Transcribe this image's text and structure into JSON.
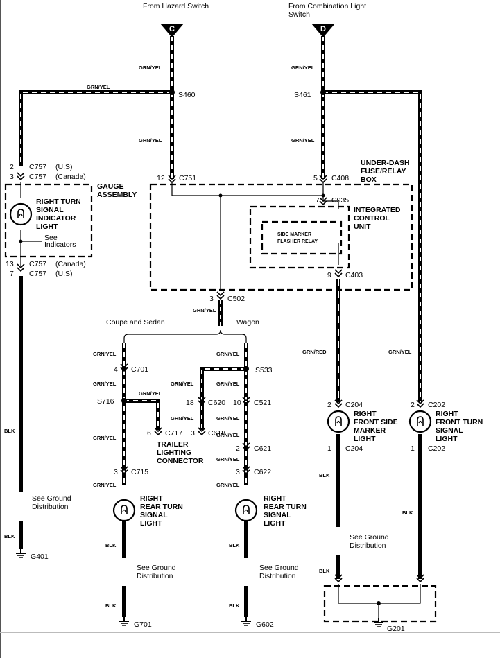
{
  "sources": {
    "hazard": "From Hazard Switch",
    "combo_line1": "From Combination Light",
    "combo_line2": "Switch",
    "c_letter": "C",
    "d_letter": "D"
  },
  "wires": {
    "grn_yel": "GRN/YEL",
    "grn_red": "GRN/RED",
    "blk": "BLK"
  },
  "splices": {
    "s460": "S460",
    "s461": "S461",
    "s716": "S716",
    "s533": "S533"
  },
  "connectors": {
    "c757_us": "C757",
    "c757_us_note": "(U.S)",
    "c757_can": "C757",
    "c757_can_note": "(Canada)",
    "c751": "C751",
    "c408": "C408",
    "c935": "C935",
    "c403": "C403",
    "c502": "C502",
    "c701": "C701",
    "c620": "C620",
    "c521": "C521",
    "c717": "C717",
    "c618": "C618",
    "c621": "C621",
    "c715": "C715",
    "c622": "C622",
    "c204": "C204",
    "c202": "C202"
  },
  "pins": {
    "p2": "2",
    "p3": "3",
    "p13": "13",
    "p7": "7",
    "p12": "12",
    "p5": "5",
    "p9": "9",
    "p4": "4",
    "p18": "18",
    "p10": "10",
    "p6": "6",
    "p1": "1"
  },
  "labels": {
    "gauge_1": "GAUGE",
    "gauge_2": "ASSEMBLY",
    "rt_ind_1": "RIGHT TURN",
    "rt_ind_2": "SIGNAL",
    "rt_ind_3": "INDICATOR",
    "rt_ind_4": "LIGHT",
    "see_1": "See",
    "see_2": "Indicators",
    "fuse_1": "UNDER-DASH",
    "fuse_2": "FUSE/RELAY",
    "fuse_3": "BOX",
    "icu_1": "INTEGRATED",
    "icu_2": "CONTROL",
    "icu_3": "UNIT",
    "relay_1": "SIDE MARKER",
    "relay_2": "FLASHER RELAY",
    "coupe": "Coupe and Sedan",
    "wagon": "Wagon",
    "trailer_1": "TRAILER",
    "trailer_2": "LIGHTING",
    "trailer_3": "CONNECTOR",
    "rr_1": "RIGHT",
    "rr_2": "REAR TURN",
    "rr_3": "SIGNAL",
    "rr_4": "LIGHT",
    "rfs_1": "RIGHT",
    "rfs_2": "FRONT SIDE",
    "rfs_3": "MARKER",
    "rfs_4": "LIGHT",
    "rft_1": "RIGHT",
    "rft_2": "FRONT TURN",
    "rft_3": "SIGNAL",
    "rft_4": "LIGHT",
    "gnd_1": "See Ground",
    "gnd_2": "Distribution"
  },
  "grounds": {
    "g401": "G401",
    "g701": "G701",
    "g602": "G602",
    "g201": "G201"
  }
}
